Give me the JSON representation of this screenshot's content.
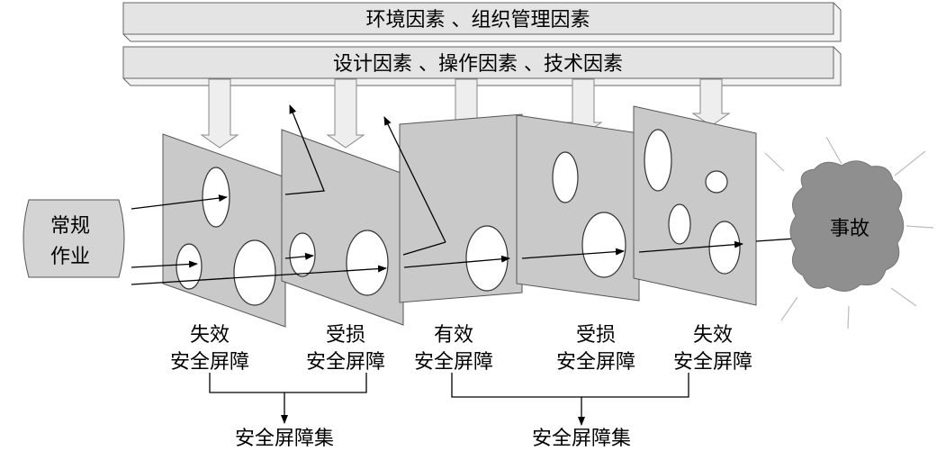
{
  "header_bars": {
    "top": "环境因素 、组织管理因素",
    "second": "设计因素 、操作因素 、技术因素"
  },
  "source": {
    "label_line1": "常规",
    "label_line2": "作业"
  },
  "barriers": [
    {
      "status": "失效",
      "label": "安全屏障"
    },
    {
      "status": "受损",
      "label": "安全屏障"
    },
    {
      "status": "有效",
      "label": "安全屏障"
    },
    {
      "status": "受损",
      "label": "安全屏障"
    },
    {
      "status": "失效",
      "label": "安全屏障"
    }
  ],
  "accident": {
    "label": "事故"
  },
  "groups": [
    {
      "label": "安全屏障集"
    },
    {
      "label": "安全屏障集"
    }
  ],
  "colors": {
    "panel_fill": "#c9c9c9",
    "panel_stroke": "#555555",
    "bar_fill": "#e6e6e6",
    "cloud_fill": "#8f8f8f",
    "arrow_fill": "#eeeeee"
  }
}
